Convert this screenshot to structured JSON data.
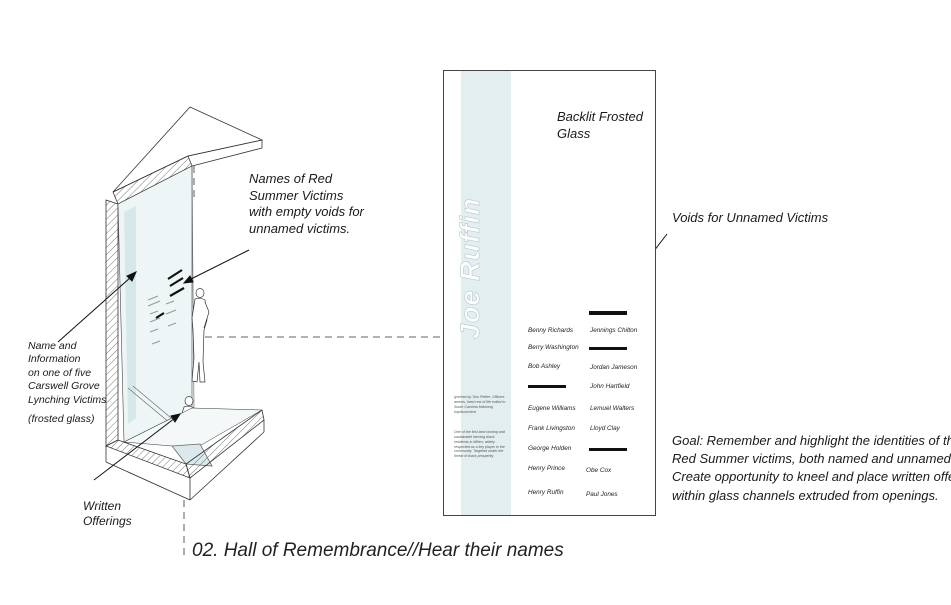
{
  "title": "02. Hall of Remembrance//Hear their names",
  "annotations": {
    "names_red_summer": "Names of Red Summer Victims with empty voids for unnamed victims.",
    "name_information": [
      "Name and",
      "Information",
      "on one of five",
      "Carswell Grove",
      "Lynching Victims"
    ],
    "frosted_glass_note": "(frosted glass)",
    "written_offerings": [
      "Written",
      "Offerings"
    ],
    "backlit": [
      "Backlit Frosted",
      "Glass"
    ],
    "voids": "Voids for Unnamed Victims",
    "goal": [
      "Goal: Remember and highlight the identities of the",
      "Red Summer victims, both named and unnamed.",
      "Create opportunity to kneel and place written offerings",
      "within glass channels extruded from openings."
    ]
  },
  "panel": {
    "vertical_name": "Joe Ruffin",
    "names_left": [
      "Benny Richards",
      "Berry Washington",
      "Bob Ashley",
      "",
      "Eugene Williams",
      "Frank Livingston",
      "George Holden",
      "Henry Prince",
      "Henry Ruffin"
    ],
    "names_right": [
      "",
      "Jennings Chilton",
      "",
      "Jordan Jameson",
      "John Hartfield",
      "Lemuel Walters",
      "Lloyd Clay",
      "",
      "Obe Cox",
      "Paul Jones"
    ],
    "fine_print_1": "lynched by Tom Peltier. Officers arrests, lived rest of life exiled to South Carolina following imprisonment.",
    "fine_print_2": "One of the first land owning and sustainable farming black residents in Millen, widely respected as a key player in the community. Targeted under the threat of black prosperity."
  },
  "colors": {
    "glass": "#e3eef0",
    "ink": "#111111",
    "hatch": "#555555"
  }
}
